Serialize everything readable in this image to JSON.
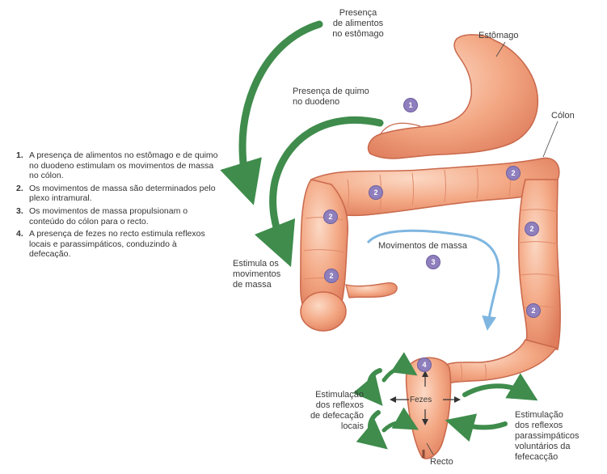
{
  "labels": {
    "presence_food": "Presença\nde alimentos\nno estômago",
    "stomach": "Estômago",
    "presence_chyme": "Presença de quimo\nno duodeno",
    "colon": "Cólon",
    "mass_movements": "Movimentos de massa",
    "stimulates": "Estimula os\nmovimentos\nde massa",
    "feces": "Fezes",
    "local_reflexes": "Estimulação\ndos reflexos\nde defecação\nlocais",
    "parasympathetic": "Estimulação\ndos reflexos\nparassimpáticos\nvoluntários da\nfefecacção",
    "rectum": "Recto"
  },
  "steps": [
    {
      "num": "1.",
      "text": "A presença de alimentos no estômago e de quimo no duodeno estimulam os movimentos de massa no cólon."
    },
    {
      "num": "2.",
      "text": "Os movimentos de massa são determinados pelo plexo intramural."
    },
    {
      "num": "3.",
      "text": "Os movimentos de massa propulsionam o conteúdo do cólon para o recto."
    },
    {
      "num": "4.",
      "text": "A presença de fezes no recto estimula reflexos locais e parassimpáticos, conduzindo à defecação."
    }
  ],
  "badges": [
    "1",
    "2",
    "2",
    "2",
    "2",
    "2",
    "2",
    "3",
    "4"
  ],
  "colors": {
    "organ": "#f2a27e",
    "organ_dark": "#d9775a",
    "organ_light": "#fbd2bb",
    "arrow_green": "#3f8c4c",
    "arrow_blue": "#7fb6e0",
    "badge": "#8f7fbd"
  }
}
